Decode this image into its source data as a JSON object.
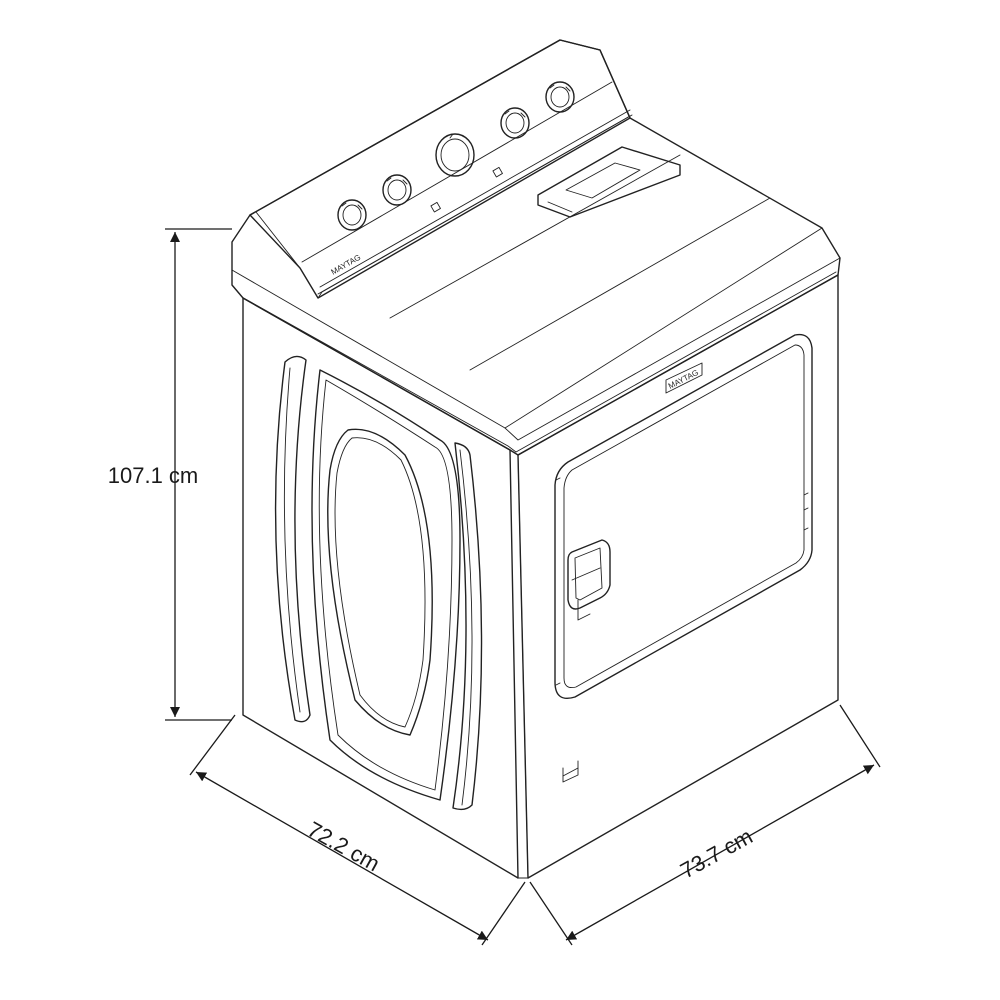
{
  "dimensions": {
    "height": {
      "label": "107.1 cm",
      "value": 107.1,
      "unit": "cm"
    },
    "width": {
      "label": "72.2 cm",
      "value": 72.2,
      "unit": "cm"
    },
    "depth": {
      "label": "73.7 cm",
      "value": 73.7,
      "unit": "cm"
    }
  },
  "brand": {
    "name": "MAYTAG"
  },
  "colors": {
    "line": "#222222",
    "background": "#ffffff"
  }
}
